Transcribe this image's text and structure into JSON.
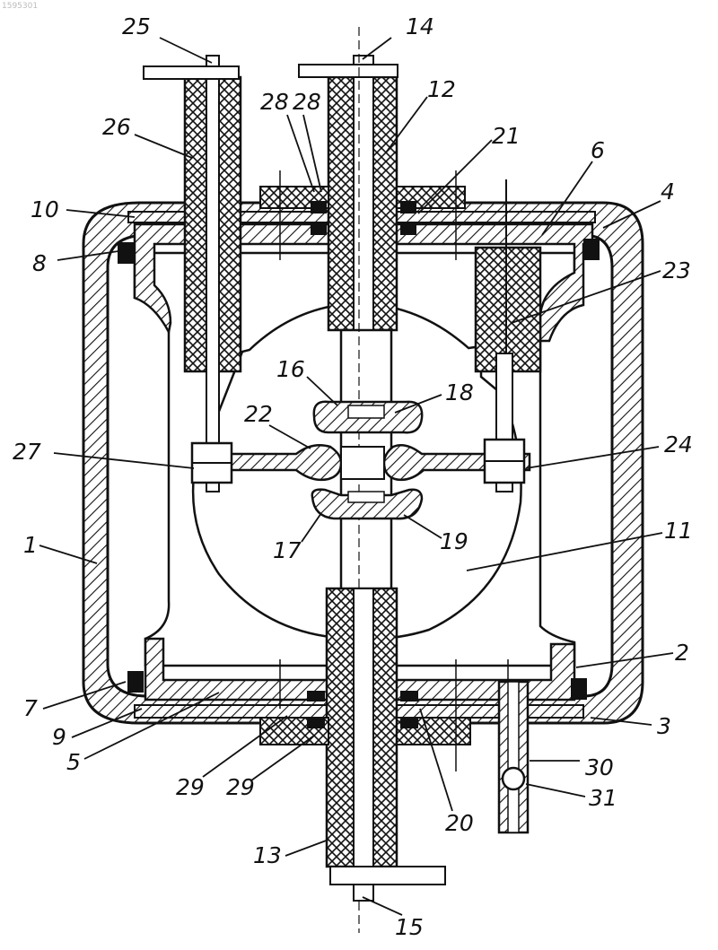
{
  "corner_id": "1595301",
  "labels": {
    "l1": "1",
    "l2": "2",
    "l3": "3",
    "l4": "4",
    "l5": "5",
    "l6": "6",
    "l7": "7",
    "l8": "8",
    "l9": "9",
    "l10": "10",
    "l11": "11",
    "l12": "12",
    "l13": "13",
    "l14": "14",
    "l15": "15",
    "l16": "16",
    "l17": "17",
    "l18": "18",
    "l19": "19",
    "l20": "20",
    "l21": "21",
    "l22": "22",
    "l23": "23",
    "l24": "24",
    "l25": "25",
    "l26": "26",
    "l27": "27",
    "l28a": "28",
    "l28b": "28",
    "l29a": "29",
    "l29b": "29",
    "l30": "30",
    "l31": "31"
  }
}
